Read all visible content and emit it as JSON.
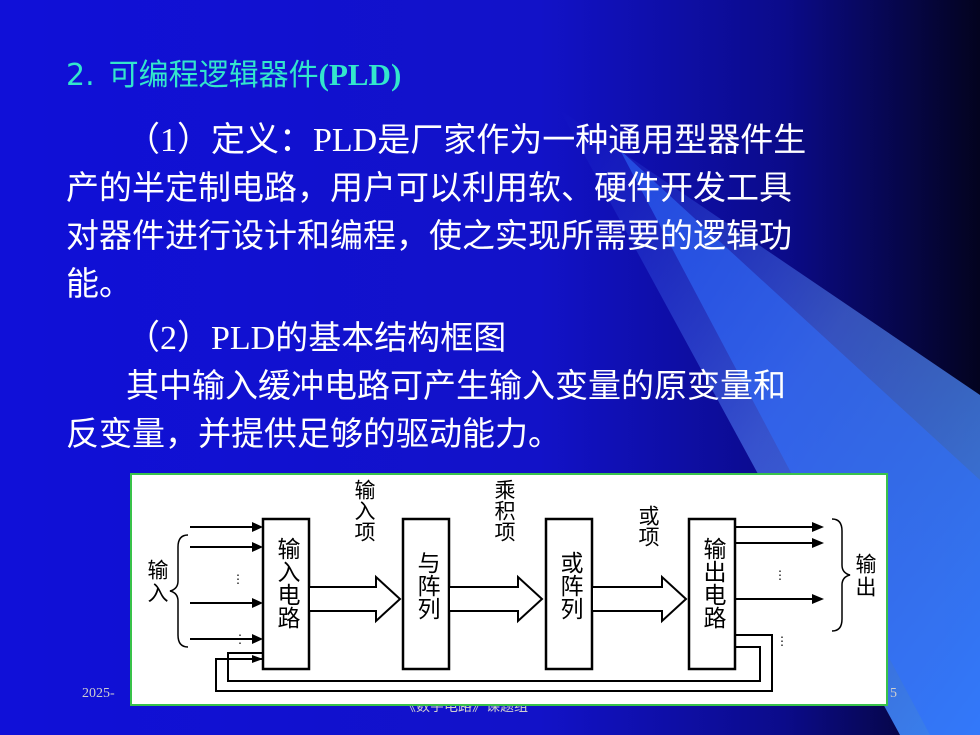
{
  "slide": {
    "title_num": "2.",
    "title_cn": "可编程逻辑器件",
    "title_latin": "(PLD)",
    "paragraph1": [
      {
        "prefix": "（1）定义：",
        "latin": "PLD",
        "text": "是厂家作为一种通用型器件生"
      },
      {
        "text": "产的半定制电路，用户可以利用软、硬件开发工具"
      },
      {
        "text": "对器件进行设计和编程，使之实现所需要的逻辑功"
      },
      {
        "text": "能。"
      }
    ],
    "paragraph2": {
      "prefix": "（2）",
      "latin": "PLD",
      "text": "的基本结构框图"
    },
    "paragraph3": [
      {
        "text": "其中输入缓冲电路可产生输入变量的原变量和"
      },
      {
        "text": "反变量，并提供足够的驱动能力。"
      }
    ],
    "footer_left": "2025-",
    "footer_center": "《数字电路》课题组",
    "footer_right": "5"
  },
  "diagram": {
    "input_label": "输入",
    "output_label": "输出",
    "blocks": [
      {
        "label": "输入电路"
      },
      {
        "label": "与阵列"
      },
      {
        "label": "或阵列"
      },
      {
        "label": "输出电路"
      }
    ],
    "arrows": [
      {
        "label": "输入项"
      },
      {
        "label": "乘积项"
      },
      {
        "label": "或项"
      }
    ],
    "ellipsis": "⋮",
    "colors": {
      "frame": "#39c24a",
      "text": "#ffffff",
      "title": "#33e6cc"
    }
  }
}
